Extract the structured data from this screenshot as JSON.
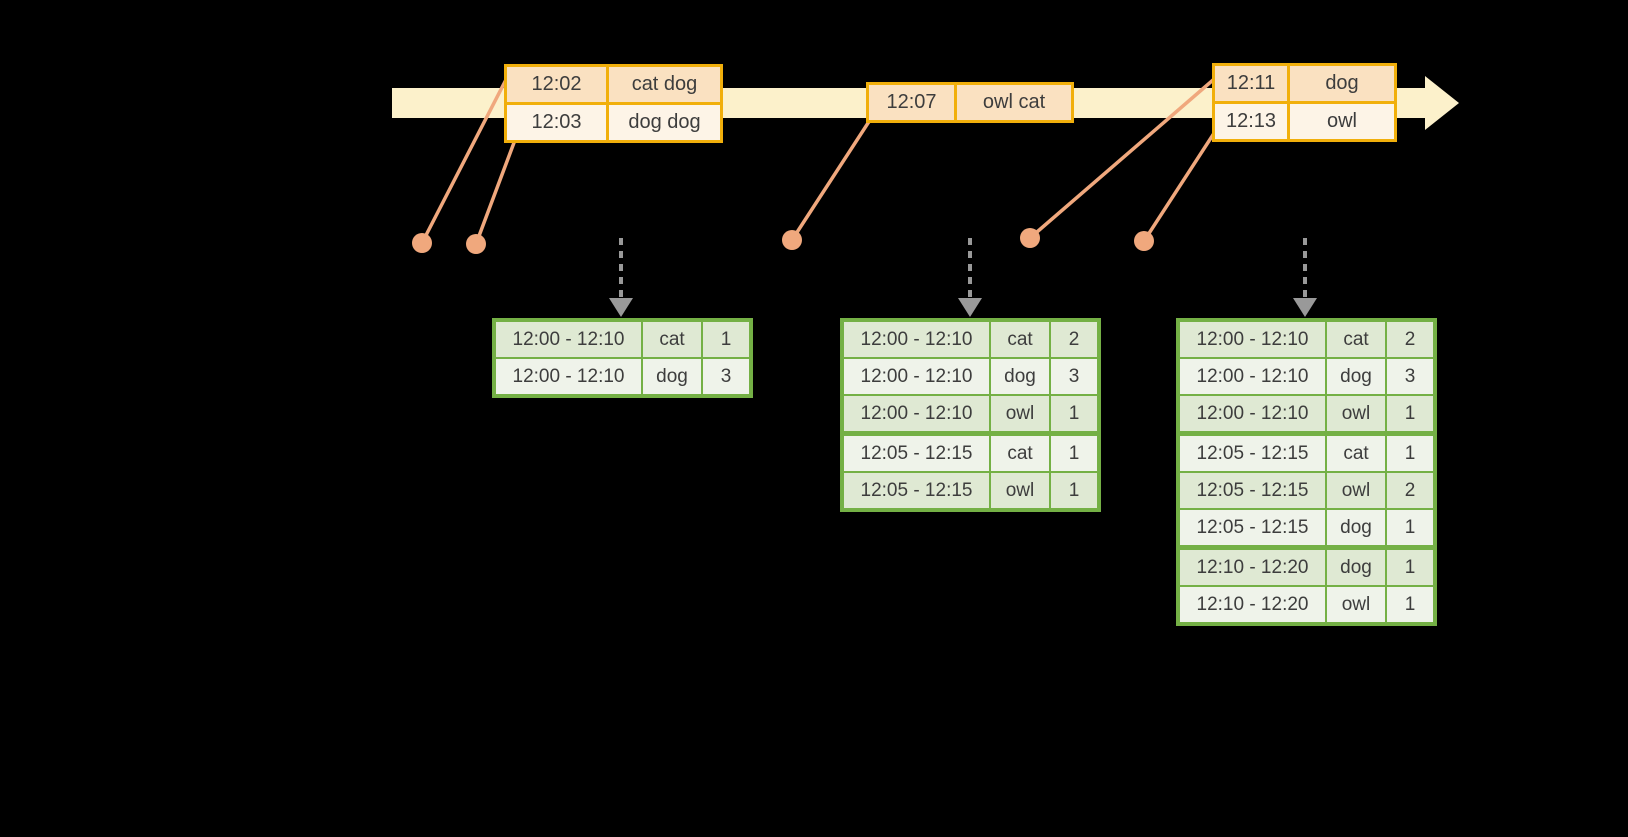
{
  "colors": {
    "background": "#000000",
    "timeline_fill": "#FCF1CB",
    "event_border": "#F1AF0B",
    "event_row_primary_fill": "#FAE1C1",
    "event_row_secondary_fill": "#FDF4E7",
    "connector": "#F0A87D",
    "trigger_arrow": "#999999",
    "result_border": "#74B045",
    "result_row_odd_fill": "#DFE9D3",
    "result_row_even_fill": "#EFF3EA",
    "text": "#3D3D3D"
  },
  "icons": {
    "timeline_arrow": "right-arrow",
    "trigger_arrow": "dashed-down-arrow",
    "event_marker": "dot"
  },
  "timeline": {
    "event_tables": [
      {
        "rows": [
          {
            "time": "12:02",
            "words": "cat dog"
          },
          {
            "time": "12:03",
            "words": "dog dog"
          }
        ]
      },
      {
        "rows": [
          {
            "time": "12:07",
            "words": "owl cat"
          }
        ]
      },
      {
        "rows": [
          {
            "time": "12:11",
            "words": "dog"
          },
          {
            "time": "12:13",
            "words": "owl"
          }
        ]
      }
    ]
  },
  "result_tables": [
    {
      "rows": [
        {
          "window": "12:00 - 12:10",
          "word": "cat",
          "count": "1"
        },
        {
          "window": "12:00 - 12:10",
          "word": "dog",
          "count": "3"
        }
      ]
    },
    {
      "rows": [
        {
          "window": "12:00 - 12:10",
          "word": "cat",
          "count": "2"
        },
        {
          "window": "12:00 - 12:10",
          "word": "dog",
          "count": "3"
        },
        {
          "window": "12:00 - 12:10",
          "word": "owl",
          "count": "1"
        },
        {
          "window": "12:05 - 12:15",
          "word": "cat",
          "count": "1"
        },
        {
          "window": "12:05 - 12:15",
          "word": "owl",
          "count": "1"
        }
      ]
    },
    {
      "rows": [
        {
          "window": "12:00 - 12:10",
          "word": "cat",
          "count": "2"
        },
        {
          "window": "12:00 - 12:10",
          "word": "dog",
          "count": "3"
        },
        {
          "window": "12:00 - 12:10",
          "word": "owl",
          "count": "1"
        },
        {
          "window": "12:05 - 12:15",
          "word": "cat",
          "count": "1"
        },
        {
          "window": "12:05 - 12:15",
          "word": "owl",
          "count": "2"
        },
        {
          "window": "12:05 - 12:15",
          "word": "dog",
          "count": "1"
        },
        {
          "window": "12:10 - 12:20",
          "word": "dog",
          "count": "1"
        },
        {
          "window": "12:10 - 12:20",
          "word": "owl",
          "count": "1"
        }
      ]
    }
  ]
}
